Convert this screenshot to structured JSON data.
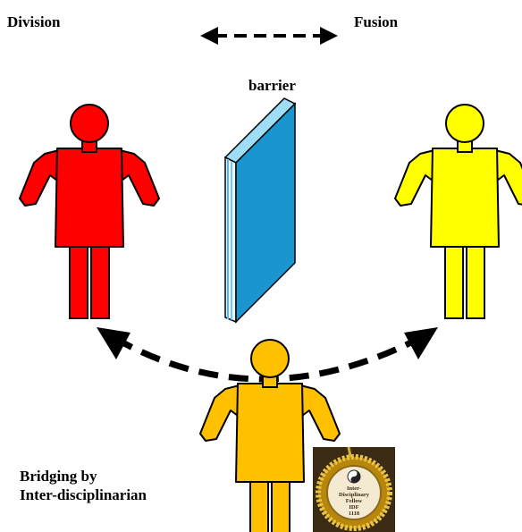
{
  "labels": {
    "division": "Division",
    "fusion": "Fusion",
    "barrier": "barrier",
    "bridging_line1": "Bridging by",
    "bridging_line2": "Inter-disciplinarian"
  },
  "medal": {
    "lines": [
      "Inter-",
      "Disciplinary",
      "Fellow",
      "IDF",
      "1118"
    ]
  },
  "colors": {
    "division_figure": "#ff0000",
    "fusion_figure": "#ffff00",
    "bridging_figure": "#ffc000",
    "barrier_face": "#1a95cf",
    "barrier_edge": "#9fdcf5",
    "medal_gold": "#c9a227"
  }
}
